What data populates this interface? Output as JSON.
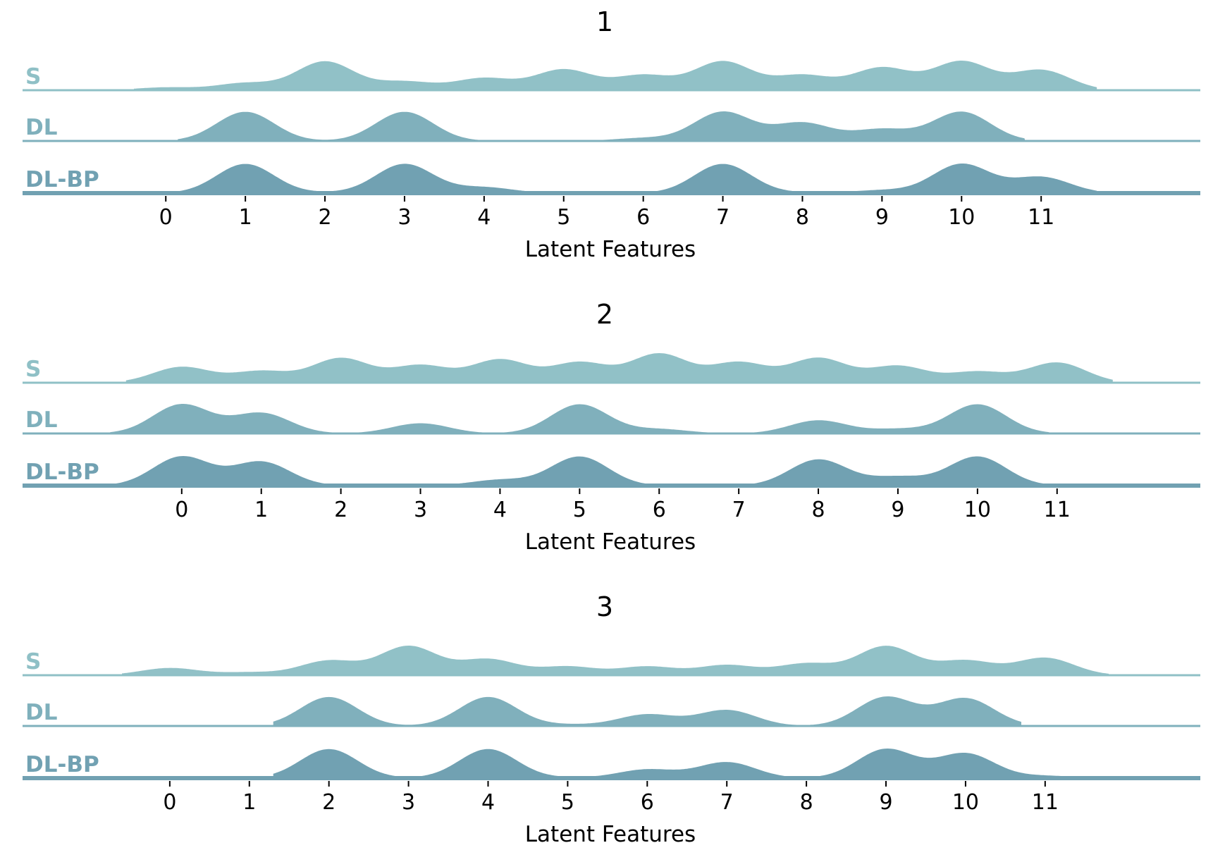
{
  "chart_data": [
    {
      "type": "area",
      "title": "1",
      "xlabel": "Latent Features",
      "ticks": [
        0,
        1,
        2,
        3,
        4,
        5,
        6,
        7,
        8,
        9,
        10,
        11
      ],
      "xlim": [
        -1.8,
        13
      ],
      "series": [
        {
          "name": "S",
          "color": "#91c1c7",
          "line_color": "#8fc0c6",
          "values": [
            0.1,
            0.25,
            1.0,
            0.3,
            0.42,
            0.72,
            0.52,
            1.0,
            0.52,
            0.78,
            1.0,
            0.7
          ],
          "x_range": [
            -0.4,
            11.7
          ]
        },
        {
          "name": "DL",
          "color": "#80b0bc",
          "line_color": "#7fb0bc",
          "values": [
            0.0,
            1.0,
            0.0,
            1.0,
            0.0,
            0.0,
            0.1,
            1.0,
            0.62,
            0.4,
            1.0,
            0.0
          ],
          "x_range": [
            0.15,
            10.8
          ]
        },
        {
          "name": "DL-BP",
          "color": "#71a1b2",
          "line_color": "#71a1b2",
          "values": [
            0.0,
            1.0,
            0.02,
            1.0,
            0.2,
            0.0,
            0.0,
            1.0,
            0.02,
            0.1,
            1.0,
            0.55
          ],
          "x_range": [
            0.1,
            11.7
          ]
        }
      ]
    },
    {
      "type": "area",
      "title": "2",
      "xlabel": "Latent Features",
      "ticks": [
        0,
        1,
        2,
        3,
        4,
        5,
        6,
        7,
        8,
        9,
        10,
        11
      ],
      "xlim": [
        -2,
        12.8
      ],
      "series": [
        {
          "name": "S",
          "color": "#91c1c7",
          "line_color": "#8fc0c6",
          "values": [
            0.55,
            0.4,
            0.85,
            0.6,
            0.8,
            0.7,
            1.0,
            0.7,
            0.85,
            0.58,
            0.38,
            0.7
          ],
          "x_range": [
            -0.7,
            11.7
          ]
        },
        {
          "name": "DL",
          "color": "#80b0bc",
          "line_color": "#7fb0bc",
          "values": [
            1.0,
            0.7,
            0.0,
            0.35,
            0.0,
            1.0,
            0.15,
            0.0,
            0.45,
            0.15,
            1.0,
            0.0
          ],
          "x_range": [
            -0.9,
            10.9
          ]
        },
        {
          "name": "DL-BP",
          "color": "#71a1b2",
          "line_color": "#71a1b2",
          "values": [
            1.0,
            0.82,
            0.0,
            0.0,
            0.2,
            1.0,
            0.0,
            0.0,
            0.9,
            0.3,
            1.0,
            0.0
          ],
          "x_range": [
            -0.9,
            11.0
          ]
        }
      ]
    },
    {
      "type": "area",
      "title": "3",
      "xlabel": "Latent Features",
      "ticks": [
        0,
        1,
        2,
        3,
        4,
        5,
        6,
        7,
        8,
        9,
        10,
        11
      ],
      "xlim": [
        -1.85,
        12.95
      ],
      "series": [
        {
          "name": "S",
          "color": "#91c1c7",
          "line_color": "#8fc0c6",
          "values": [
            0.25,
            0.1,
            0.5,
            1.0,
            0.55,
            0.3,
            0.3,
            0.35,
            0.4,
            1.0,
            0.5,
            0.6
          ],
          "x_range": [
            -0.6,
            11.8
          ]
        },
        {
          "name": "DL",
          "color": "#80b0bc",
          "line_color": "#7fb0bc",
          "values": [
            0.0,
            0.0,
            1.0,
            0.0,
            1.0,
            0.05,
            0.4,
            0.55,
            0.0,
            1.0,
            0.95,
            0.0
          ],
          "x_range": [
            1.3,
            10.7
          ]
        },
        {
          "name": "DL-BP",
          "color": "#71a1b2",
          "line_color": "#71a1b2",
          "values": [
            0.0,
            0.0,
            1.0,
            0.0,
            1.0,
            0.02,
            0.3,
            0.55,
            0.0,
            1.0,
            0.85,
            0.08
          ],
          "x_range": [
            1.3,
            11.5
          ]
        }
      ]
    }
  ]
}
